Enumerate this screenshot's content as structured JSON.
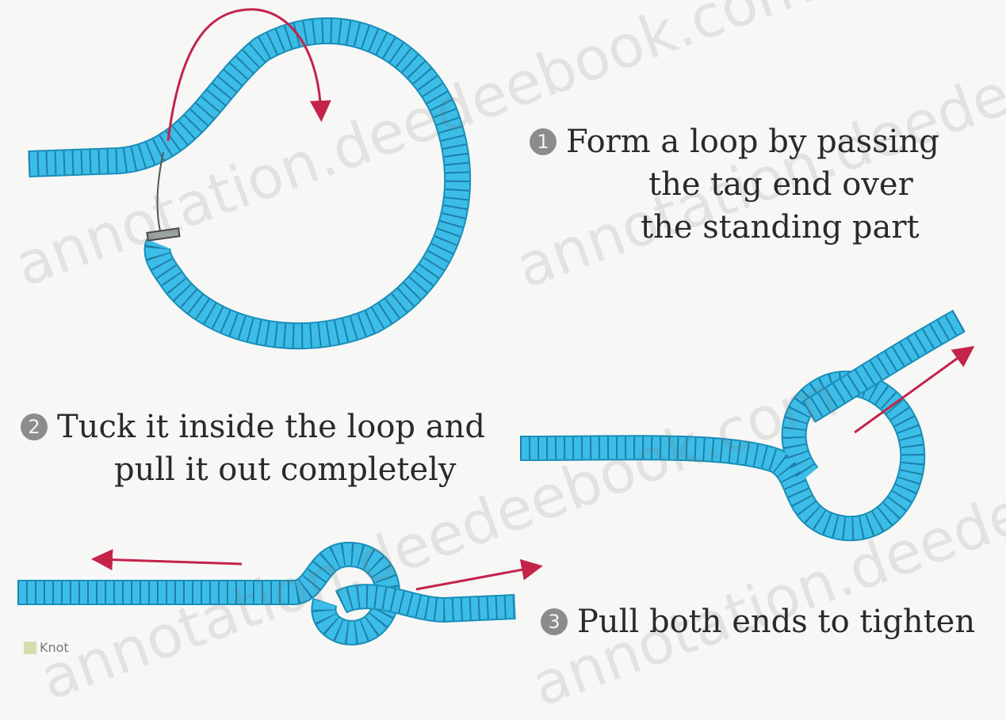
{
  "steps": [
    {
      "number": "1",
      "lines": [
        "Form a loop by passing",
        "the tag end over",
        "the standing part"
      ]
    },
    {
      "number": "2",
      "lines": [
        "Tuck it inside the loop and",
        "pull it out completely"
      ]
    },
    {
      "number": "3",
      "lines": [
        "Pull both ends to tighten"
      ]
    }
  ],
  "watermark": "annotation.deedeebook.com",
  "credit": "Knot",
  "colors": {
    "rope_fill": "#3cbde8",
    "rope_edge": "#178fb8",
    "rope_segment": "#1e7fa8",
    "rope_end": "#5cc7a8",
    "arrow": "#c4234a",
    "background": "#f7f7f6"
  }
}
